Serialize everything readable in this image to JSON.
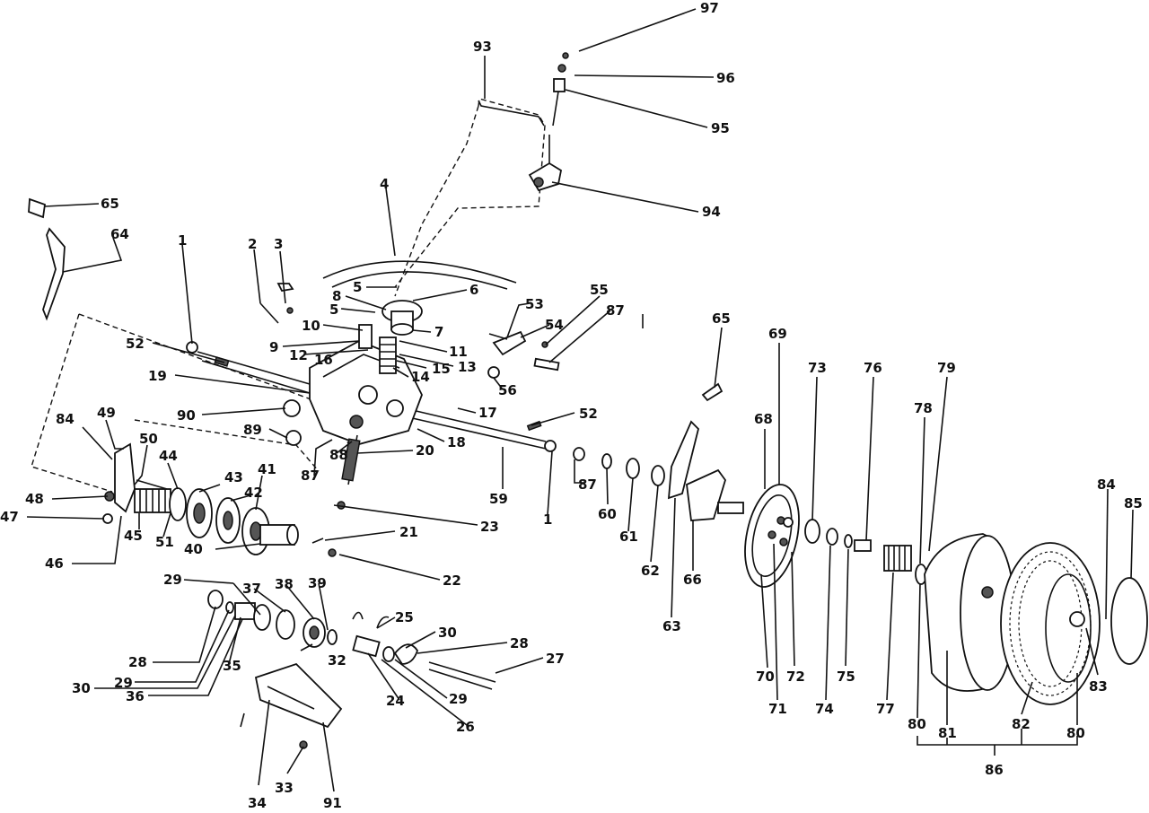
{
  "labels": [
    {
      "id": "97",
      "text": "97"
    },
    {
      "id": "96",
      "text": "96"
    },
    {
      "id": "95",
      "text": "95"
    },
    {
      "id": "94",
      "text": "94"
    },
    {
      "id": "93",
      "text": "93"
    },
    {
      "id": "4",
      "text": "4"
    },
    {
      "id": "65a",
      "text": "65"
    },
    {
      "id": "64",
      "text": "64"
    },
    {
      "id": "1a",
      "text": "1"
    },
    {
      "id": "2",
      "text": "2"
    },
    {
      "id": "3",
      "text": "3"
    },
    {
      "id": "8",
      "text": "8"
    },
    {
      "id": "5a",
      "text": "5"
    },
    {
      "id": "6",
      "text": "6"
    },
    {
      "id": "5b",
      "text": "5"
    },
    {
      "id": "10",
      "text": "10"
    },
    {
      "id": "7",
      "text": "7"
    },
    {
      "id": "9",
      "text": "9"
    },
    {
      "id": "11",
      "text": "11"
    },
    {
      "id": "12",
      "text": "12"
    },
    {
      "id": "16",
      "text": "16"
    },
    {
      "id": "15",
      "text": "15"
    },
    {
      "id": "13",
      "text": "13"
    },
    {
      "id": "14",
      "text": "14"
    },
    {
      "id": "52a",
      "text": "52"
    },
    {
      "id": "19",
      "text": "19"
    },
    {
      "id": "53",
      "text": "53"
    },
    {
      "id": "54",
      "text": "54"
    },
    {
      "id": "55",
      "text": "55"
    },
    {
      "id": "87a",
      "text": "87"
    },
    {
      "id": "56",
      "text": "56"
    },
    {
      "id": "17",
      "text": "17"
    },
    {
      "id": "52b",
      "text": "52"
    },
    {
      "id": "90",
      "text": "90"
    },
    {
      "id": "89",
      "text": "89"
    },
    {
      "id": "18",
      "text": "18"
    },
    {
      "id": "88",
      "text": "88"
    },
    {
      "id": "20",
      "text": "20"
    },
    {
      "id": "87b",
      "text": "87"
    },
    {
      "id": "84a",
      "text": "84"
    },
    {
      "id": "49",
      "text": "49"
    },
    {
      "id": "50",
      "text": "50"
    },
    {
      "id": "44",
      "text": "44"
    },
    {
      "id": "43",
      "text": "43"
    },
    {
      "id": "41",
      "text": "41"
    },
    {
      "id": "42",
      "text": "42"
    },
    {
      "id": "48",
      "text": "48"
    },
    {
      "id": "47",
      "text": "47"
    },
    {
      "id": "45",
      "text": "45"
    },
    {
      "id": "51",
      "text": "51"
    },
    {
      "id": "40",
      "text": "40"
    },
    {
      "id": "46",
      "text": "46"
    },
    {
      "id": "59",
      "text": "59"
    },
    {
      "id": "23",
      "text": "23"
    },
    {
      "id": "1b",
      "text": "1"
    },
    {
      "id": "87c",
      "text": "87"
    },
    {
      "id": "60",
      "text": "60"
    },
    {
      "id": "61",
      "text": "61"
    },
    {
      "id": "62",
      "text": "62"
    },
    {
      "id": "63",
      "text": "63"
    },
    {
      "id": "65b",
      "text": "65"
    },
    {
      "id": "66",
      "text": "66"
    },
    {
      "id": "68",
      "text": "68"
    },
    {
      "id": "69",
      "text": "69"
    },
    {
      "id": "73",
      "text": "73"
    },
    {
      "id": "76",
      "text": "76"
    },
    {
      "id": "79",
      "text": "79"
    },
    {
      "id": "78",
      "text": "78"
    },
    {
      "id": "84b",
      "text": "84"
    },
    {
      "id": "85",
      "text": "85"
    },
    {
      "id": "21",
      "text": "21"
    },
    {
      "id": "22",
      "text": "22"
    },
    {
      "id": "29a",
      "text": "29"
    },
    {
      "id": "37",
      "text": "37"
    },
    {
      "id": "38",
      "text": "38"
    },
    {
      "id": "39",
      "text": "39"
    },
    {
      "id": "25",
      "text": "25"
    },
    {
      "id": "30a",
      "text": "30"
    },
    {
      "id": "28a",
      "text": "28"
    },
    {
      "id": "27",
      "text": "27"
    },
    {
      "id": "28b",
      "text": "28"
    },
    {
      "id": "32",
      "text": "32"
    },
    {
      "id": "35",
      "text": "35"
    },
    {
      "id": "29b",
      "text": "29"
    },
    {
      "id": "30b",
      "text": "30"
    },
    {
      "id": "36",
      "text": "36"
    },
    {
      "id": "24",
      "text": "24"
    },
    {
      "id": "29c",
      "text": "29"
    },
    {
      "id": "26",
      "text": "26"
    },
    {
      "id": "70",
      "text": "70"
    },
    {
      "id": "72",
      "text": "72"
    },
    {
      "id": "75",
      "text": "75"
    },
    {
      "id": "71",
      "text": "71"
    },
    {
      "id": "74",
      "text": "74"
    },
    {
      "id": "77",
      "text": "77"
    },
    {
      "id": "80a",
      "text": "80"
    },
    {
      "id": "81",
      "text": "81"
    },
    {
      "id": "82",
      "text": "82"
    },
    {
      "id": "80b",
      "text": "80"
    },
    {
      "id": "83",
      "text": "83"
    },
    {
      "id": "86",
      "text": "86"
    },
    {
      "id": "34",
      "text": "34"
    },
    {
      "id": "33",
      "text": "33"
    },
    {
      "id": "91",
      "text": "91"
    }
  ]
}
